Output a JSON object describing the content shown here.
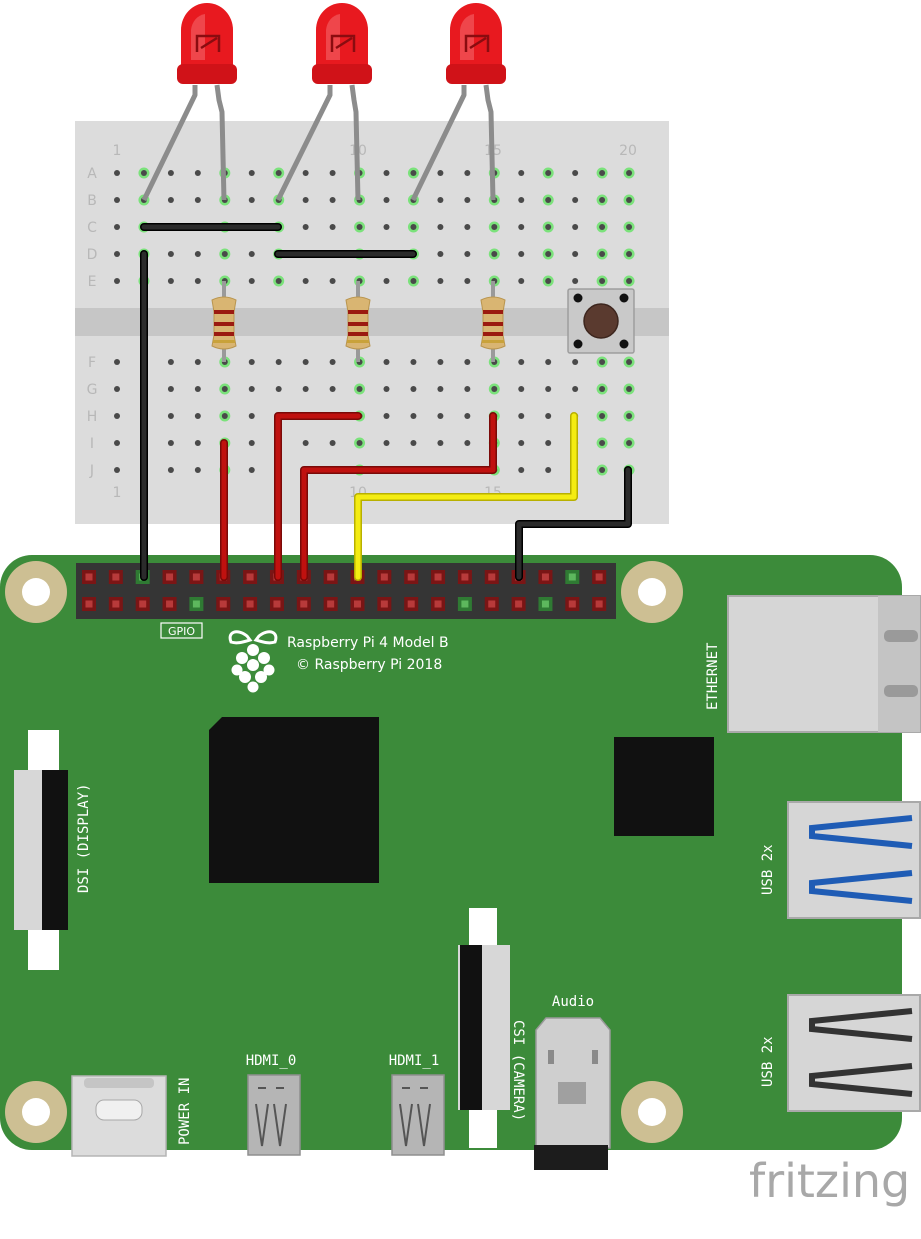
{
  "board": {
    "model": "Raspberry Pi 4 Model B",
    "copyright": "© Raspberry Pi 2018",
    "gpio_label": "GPIO",
    "ethernet_label": "ETHERNET",
    "usb_top_label": "USB 2x",
    "usb_bottom_label": "USB 2x",
    "dsi_label": "DSI (DISPLAY)",
    "csi_label": "CSI (CAMERA)",
    "audio_label": "Audio",
    "power_label": "POWER IN",
    "hdmi0_label": "HDMI_0",
    "hdmi1_label": "HDMI_1"
  },
  "breadboard": {
    "rows_top": [
      "A",
      "B",
      "C",
      "D",
      "E"
    ],
    "rows_bottom": [
      "F",
      "G",
      "H",
      "I",
      "J"
    ],
    "col_numbers": [
      "1",
      "10",
      "15",
      "20"
    ]
  },
  "brand": "fritzing",
  "colors": {
    "pcb": "#3c8b3a",
    "led": "#e8191f",
    "wire_black": "#1a1a1a",
    "wire_red": "#c0110f",
    "wire_yellow": "#f4ec12"
  },
  "components": {
    "leds": [
      "led-1",
      "led-2",
      "led-3"
    ],
    "resistors": [
      "resistor-1",
      "resistor-2",
      "resistor-3"
    ],
    "button": "push-button"
  }
}
